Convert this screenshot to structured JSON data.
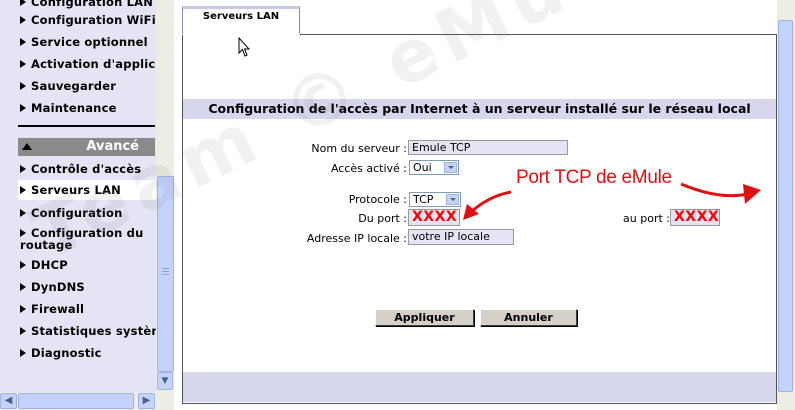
{
  "sidebar": {
    "items_top": [
      {
        "label": "Configuration LAN"
      },
      {
        "label": "Configuration WiFi"
      },
      {
        "label": "Service optionnel"
      },
      {
        "label": "Activation d'applica"
      },
      {
        "label": "Sauvegarder"
      },
      {
        "label": "Maintenance"
      }
    ],
    "section_title": "Avancé",
    "items_bottom": [
      {
        "label": "Contrôle d'accès"
      },
      {
        "label": "Serveurs LAN"
      },
      {
        "label": "Configuration"
      },
      {
        "label": "Configuration du routage"
      },
      {
        "label": "DHCP"
      },
      {
        "label": "DynDNS"
      },
      {
        "label": "Firewall"
      },
      {
        "label": "Statistiques systèm"
      },
      {
        "label": "Diagnostic"
      }
    ]
  },
  "tab": {
    "label": "Serveurs LAN"
  },
  "page": {
    "title": "Configuration de l'accès par Internet à un serveur installé sur le réseau local"
  },
  "form": {
    "server_name_label": "Nom du serveur :",
    "server_name_value": "Emule TCP",
    "access_label": "Accès activé :",
    "access_value": "Oui",
    "protocol_label": "Protocole :",
    "protocol_value": "TCP",
    "from_port_label": "Du port :",
    "from_port_value": "XXXX",
    "to_port_label": "au port :",
    "to_port_value": "XXXX",
    "ip_label": "Adresse IP locale :",
    "ip_value": "votre IP locale"
  },
  "annotation": {
    "text": "Port TCP de eMule"
  },
  "buttons": {
    "apply": "Appliquer",
    "cancel": "Annuler"
  },
  "watermark": {
    "text": "Team © eMule-French"
  },
  "colors": {
    "menu_bg": "#e4e4f4",
    "band": "#d6d6ee",
    "annotation": "#e01010",
    "field_value_red": "#ff0000"
  }
}
